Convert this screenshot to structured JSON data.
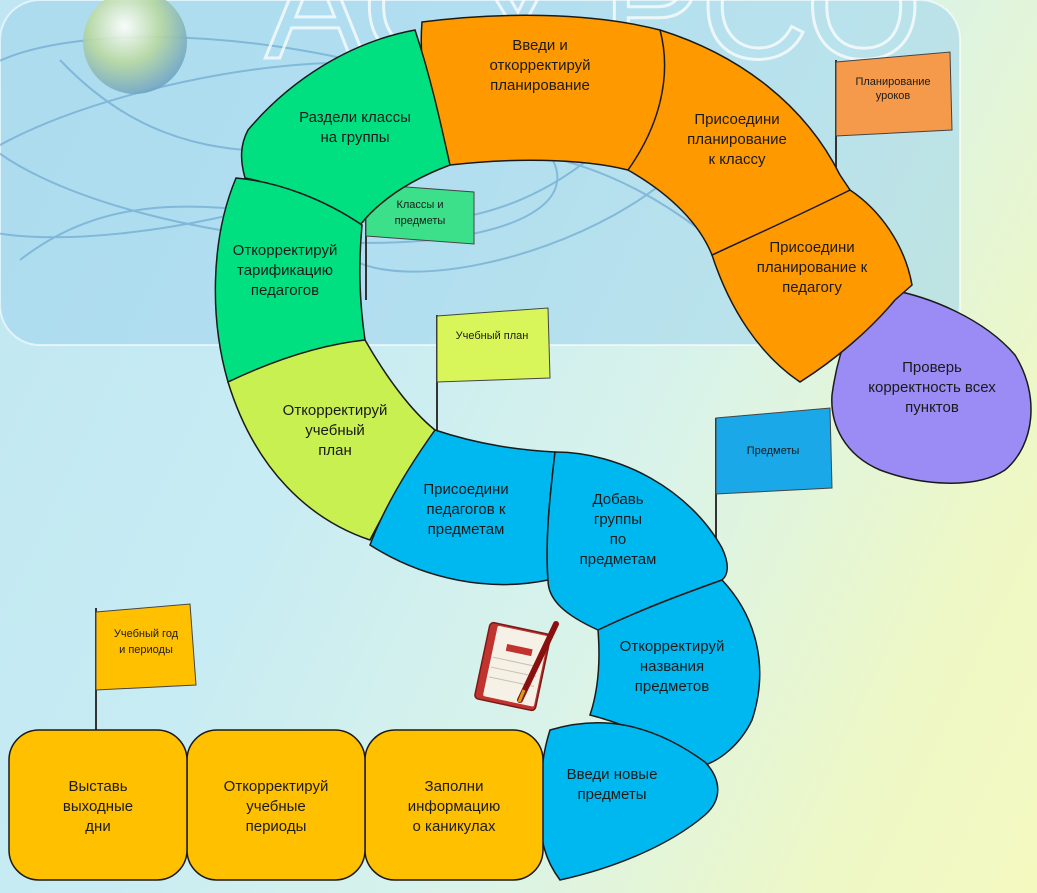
{
  "header": {
    "logo_text": "АСУ РСО"
  },
  "steps": [
    {
      "id": "seg-weekends",
      "label": "Выставь выходные дни",
      "color": "#ffc000"
    },
    {
      "id": "seg-periods",
      "label": "Откорректируй учебные периоды",
      "color": "#ffc000"
    },
    {
      "id": "seg-holidays",
      "label": "Заполни информацию о каникулах",
      "color": "#ffc000"
    },
    {
      "id": "seg-new-subjects",
      "label": "Введи новые предметы",
      "color": "#00b8f0"
    },
    {
      "id": "seg-subject-names",
      "label": "Откорректируй названия предметов",
      "color": "#00b8f0"
    },
    {
      "id": "seg-groups",
      "label": "Добавь группы по предметам",
      "color": "#00b8f0"
    },
    {
      "id": "seg-teachers",
      "label": "Присоедини педагогов к предметам",
      "color": "#00b8f0"
    },
    {
      "id": "seg-curriculum",
      "label": "Откорректируй учебный план",
      "color": "#c8f050"
    },
    {
      "id": "seg-tariff",
      "label": "Откорректируй тарификацию педагогов",
      "color": "#00e080"
    },
    {
      "id": "seg-split",
      "label": "Раздели классы на группы",
      "color": "#00e080"
    },
    {
      "id": "seg-plan",
      "label": "Введи и откорректируй планирование",
      "color": "#ff9900"
    },
    {
      "id": "seg-plan-class",
      "label": "Присоедини планирование к классу",
      "color": "#ff9900"
    },
    {
      "id": "seg-plan-teacher",
      "label": "Присоедини планирование к педагогу",
      "color": "#ff9900"
    },
    {
      "id": "seg-check",
      "label": "Проверь корректность всех пунктов",
      "color": "#9b8cf5"
    }
  ],
  "flags": [
    {
      "id": "flag-year",
      "label": "Учебный год и периоды",
      "color": "#ffc000"
    },
    {
      "id": "flag-subjects",
      "label": "Предметы",
      "color": "#1aa8e8"
    },
    {
      "id": "flag-plan",
      "label": "Учебный план",
      "color": "#d8f55a"
    },
    {
      "id": "flag-classes",
      "label": "Классы и предметы",
      "color": "#3de08a"
    },
    {
      "id": "flag-lessons",
      "label": "Планирование уроков",
      "color": "#f59a4a"
    }
  ]
}
